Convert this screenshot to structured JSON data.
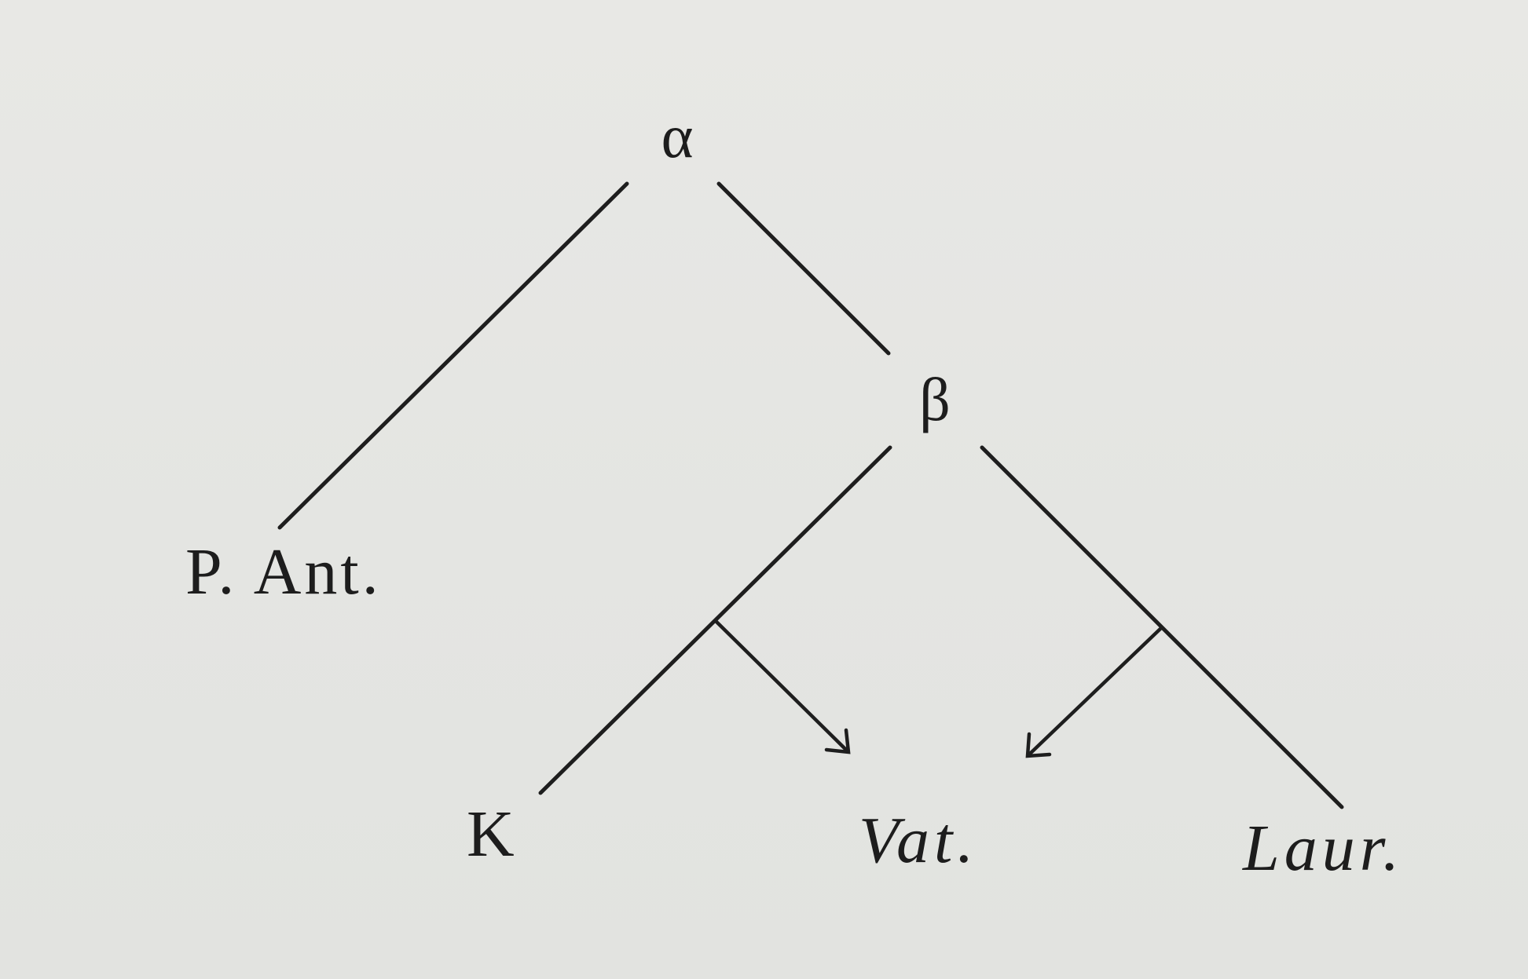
{
  "nodes": {
    "alpha": "α",
    "beta": "β",
    "p_ant": "P. Ant.",
    "k": "K",
    "vat": "Vat.",
    "laur": "Laur."
  },
  "edges": [
    {
      "from": "alpha",
      "to": "p_ant",
      "kind": "descent"
    },
    {
      "from": "alpha",
      "to": "beta",
      "kind": "descent"
    },
    {
      "from": "beta",
      "to": "k",
      "kind": "descent"
    },
    {
      "from": "beta",
      "to": "laur",
      "kind": "descent"
    },
    {
      "from": "beta-k-line",
      "to": "vat",
      "kind": "contamination"
    },
    {
      "from": "beta-laur-line",
      "to": "vat",
      "kind": "contamination"
    }
  ]
}
